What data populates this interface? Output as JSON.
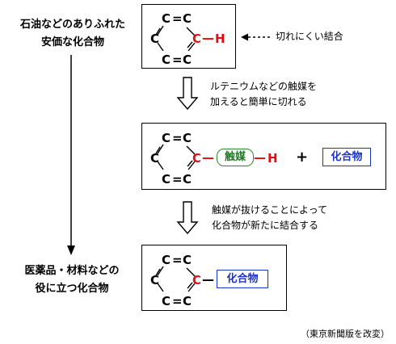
{
  "left_labels": {
    "top_line1": "石油などのありふれた",
    "top_line2": "安価な化合物",
    "bottom_line1": "医薬品・材料などの",
    "bottom_line2": "役に立つ化合物"
  },
  "atoms": {
    "carbon": "C",
    "hydrogen": "H",
    "bond_single": "—",
    "bond_double": "="
  },
  "bond_note": "切れにくい結合",
  "step1_note": {
    "line1": "ルテニウムなどの触媒を",
    "line2": "加えると簡単に切れる"
  },
  "catalyst": "触媒",
  "compound": "化合物",
  "plus": "+",
  "step2_note": {
    "line1": "触媒が抜けることによって",
    "line2": "化合物が新たに結合する"
  },
  "credit": "（東京新聞版を改変）"
}
